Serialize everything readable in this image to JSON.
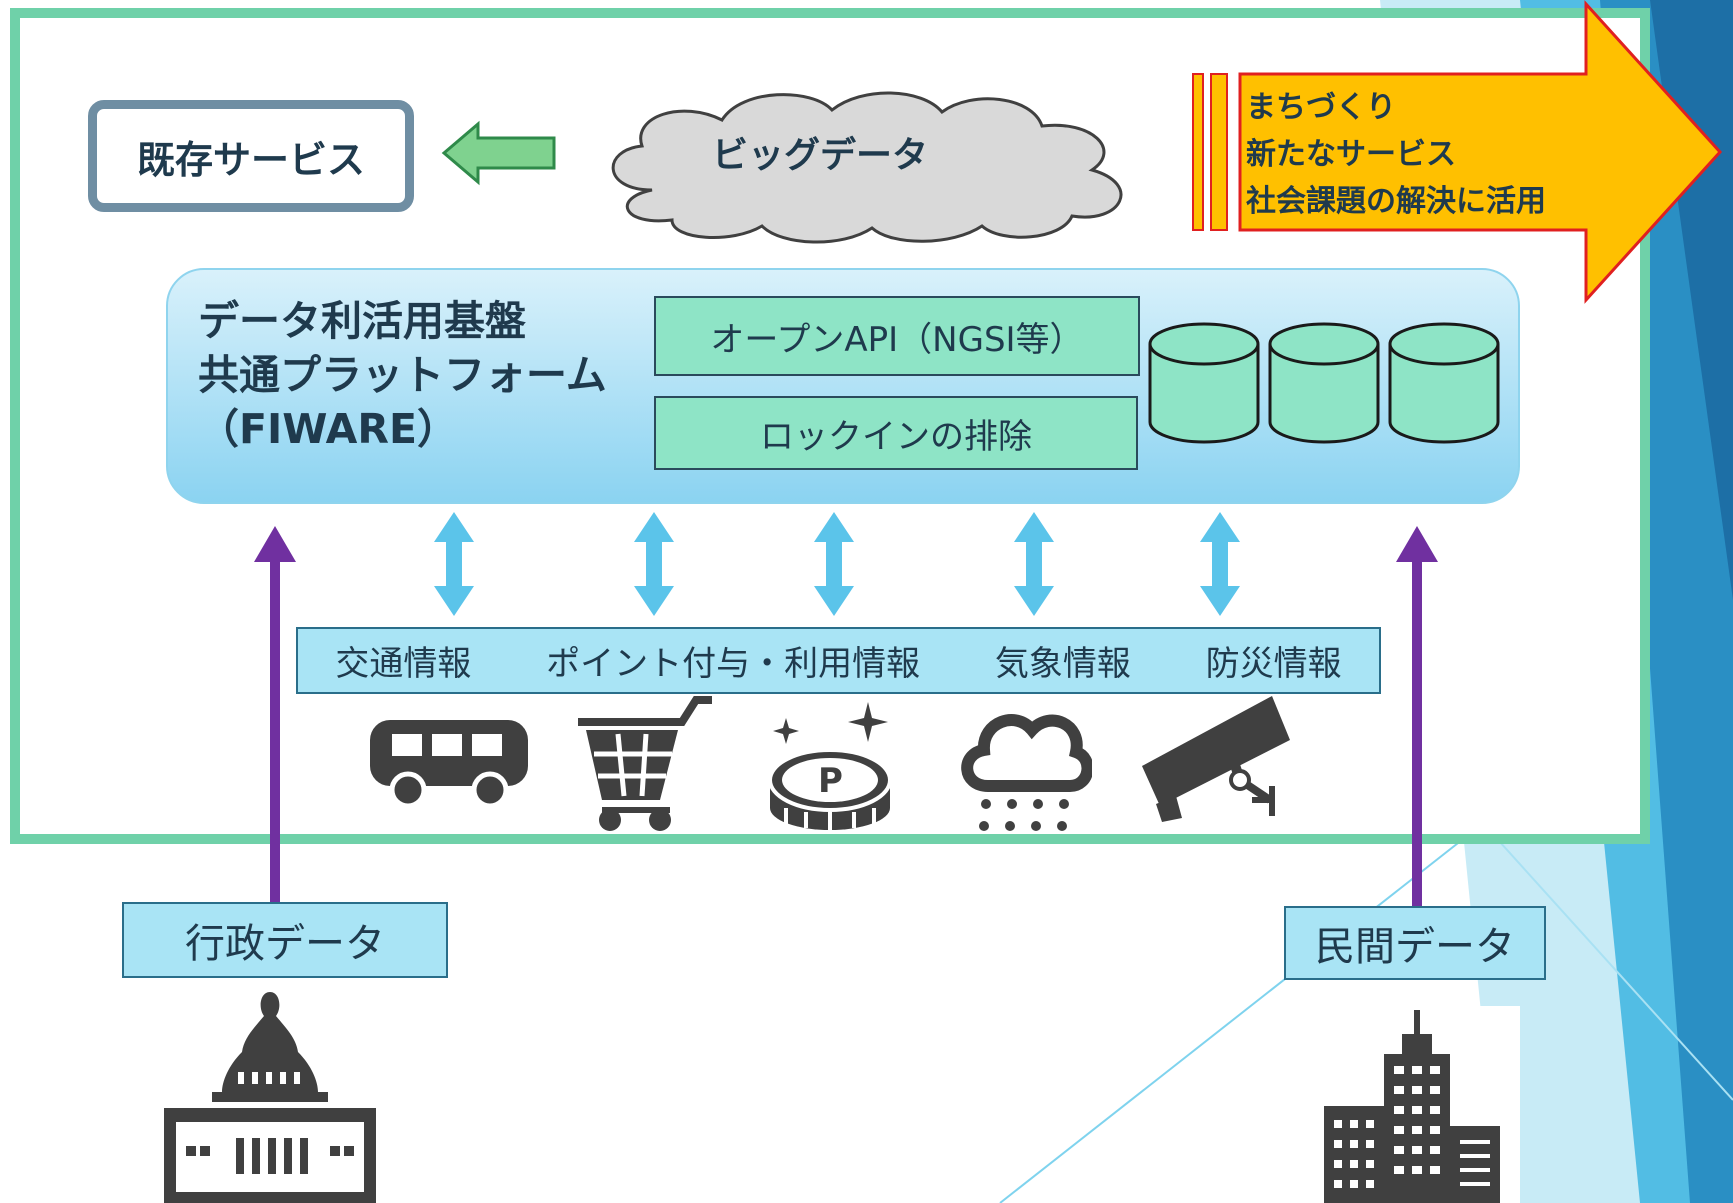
{
  "existing_service": {
    "label": "既存サービス"
  },
  "big_data": {
    "label": "ビッグデータ"
  },
  "output_arrow": {
    "lines": [
      "まちづくり",
      "新たなサービス",
      "社会課題の解決に活用"
    ]
  },
  "platform": {
    "title_lines": [
      "データ利活用基盤",
      "共通プラットフォーム",
      "（FIWARE）"
    ],
    "open_api": "オープンAPI（NGSI等）",
    "lockin": "ロックインの排除"
  },
  "information": {
    "items": [
      "交通情報",
      "ポイント付与・利用情報",
      "気象情報",
      "防災情報"
    ]
  },
  "sources": {
    "government": "行政データ",
    "private": "民間データ"
  },
  "icons": [
    "bus-icon",
    "shopping-cart-icon",
    "point-coin-icon",
    "rain-cloud-icon",
    "security-camera-icon",
    "government-building-icon",
    "office-building-icon",
    "database-icon"
  ],
  "colors": {
    "frame": "#6fd1a9",
    "platform": "#8bd3f1",
    "output_arrow": "#ffc000",
    "output_arrow_border": "#e02020",
    "left_arrow": "#7fd28f",
    "data_arrow": "#7030a0",
    "exchange_arrow": "#5bc4ea",
    "icon": "#404040"
  }
}
